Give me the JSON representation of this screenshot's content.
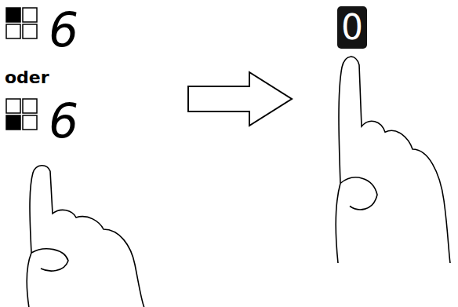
{
  "diagram": {
    "nodes": [
      {
        "text": [
          "0"
        ]
      }
    ],
    "labels": [
      "6",
      "oder",
      "6"
    ]
  }
}
